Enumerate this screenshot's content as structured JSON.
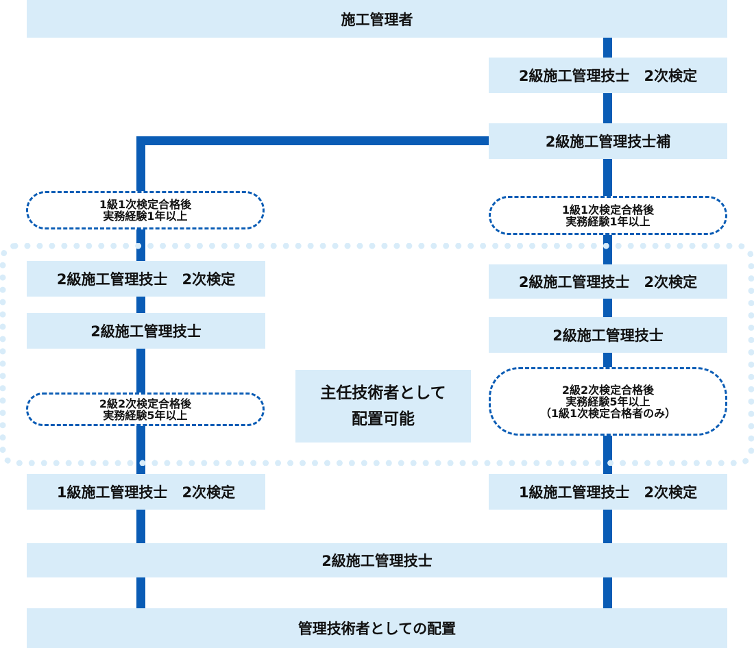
{
  "top_box": "施工管理者",
  "right_col": {
    "exam2_top": "2級施工管理技士　2次検定",
    "assistant": "2級施工管理技士補",
    "cond1": [
      "1級1次検定合格後",
      "実務経験1年以上"
    ],
    "exam2_mid": "2級施工管理技士　2次検定",
    "engineer2": "2級施工管理技士",
    "cond2": [
      "2級2次検定合格後",
      "実務経験5年以上",
      "（1級1次検定合格者のみ）"
    ],
    "exam1": "1級施工管理技士　2次検定"
  },
  "left_col": {
    "cond1": [
      "1級1次検定合格後",
      "実務経験1年以上"
    ],
    "exam2": "2級施工管理技士　2次検定",
    "engineer2": "2級施工管理技士",
    "cond2": [
      "2級2次検定合格後",
      "実務経験5年以上"
    ],
    "exam1": "1級施工管理技士　2次検定"
  },
  "center_label": [
    "主任技術者として",
    "配置可能"
  ],
  "bottom_engineer2": "2級施工管理技士",
  "bottom_box": "管理技術者としての配置",
  "colors": {
    "line": "#0a5cb5",
    "box_fill": "#d8ecf9",
    "group_dots": "#d8ecf9"
  }
}
